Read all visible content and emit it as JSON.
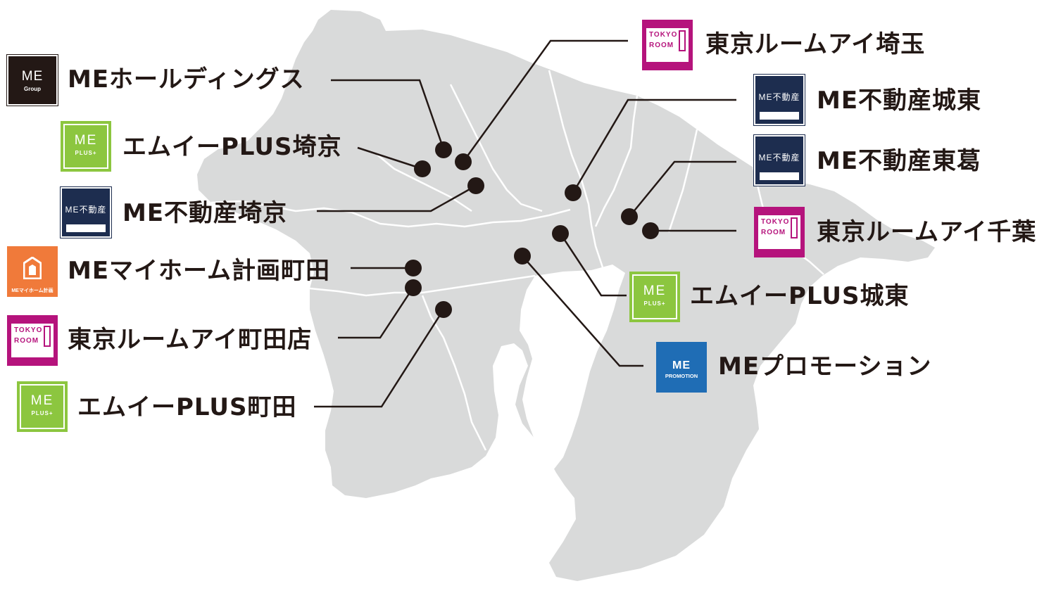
{
  "colors": {
    "land": "#d9dada",
    "river": "#ffffff",
    "leader": "#231815",
    "dot": "#231815",
    "group": "#231815",
    "plus": "#8cc63f",
    "fudosan": "#1d2d4f",
    "room": "#b5137c",
    "home": "#f07a3a",
    "promotion": "#1f6db5"
  },
  "locations": [
    {
      "id": "me-holdings",
      "name": "MEホールディングス",
      "logo": {
        "type": "group",
        "line1": "ME",
        "line2": "Group"
      }
    },
    {
      "id": "plus-saikyo",
      "name": "エムイーPLUS埼京",
      "logo": {
        "type": "plus",
        "line1": "ME",
        "line2": "PLUS+"
      }
    },
    {
      "id": "fudosan-saikyo",
      "name": "ME不動産埼京",
      "logo": {
        "type": "fudosan",
        "line1": "ME不動産"
      }
    },
    {
      "id": "myhome-machida",
      "name": "MEマイホーム計画町田",
      "logo": {
        "type": "home",
        "line2": "MEマイホーム計画"
      }
    },
    {
      "id": "room-machida",
      "name": "東京ルームアイ町田店",
      "logo": {
        "type": "room",
        "line1": "TOKYO",
        "line2": "ROOM"
      }
    },
    {
      "id": "plus-machida",
      "name": "エムイーPLUS町田",
      "logo": {
        "type": "plus",
        "line1": "ME",
        "line2": "PLUS+"
      }
    },
    {
      "id": "room-saitama",
      "name": "東京ルームアイ埼玉",
      "logo": {
        "type": "room",
        "line1": "TOKYO",
        "line2": "ROOM"
      }
    },
    {
      "id": "fudosan-joto",
      "name": "ME不動産城東",
      "logo": {
        "type": "fudosan",
        "line1": "ME不動産"
      }
    },
    {
      "id": "fudosan-higashikatsushika",
      "name": "ME不動産東葛",
      "logo": {
        "type": "fudosan",
        "line1": "ME不動産"
      }
    },
    {
      "id": "room-chiba",
      "name": "東京ルームアイ千葉",
      "logo": {
        "type": "room",
        "line1": "TOKYO",
        "line2": "ROOM"
      }
    },
    {
      "id": "plus-joto",
      "name": "エムイーPLUS城東",
      "logo": {
        "type": "plus",
        "line1": "ME",
        "line2": "PLUS+"
      }
    },
    {
      "id": "me-promotion",
      "name": "MEプロモーション",
      "logo": {
        "type": "promo",
        "line1": "ME",
        "line2": "PROMOTION"
      }
    }
  ]
}
